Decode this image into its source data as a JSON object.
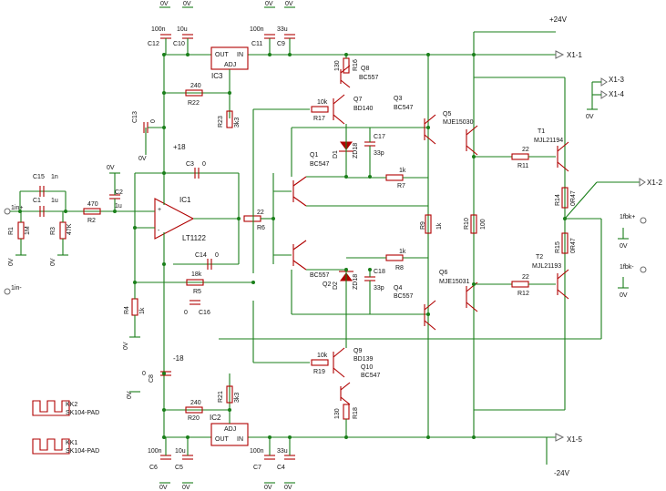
{
  "rails": {
    "pos_supply": "+24V",
    "neg_supply": "-24V",
    "pos_reg": "+18",
    "neg_reg": "-18",
    "gnd": "0V"
  },
  "connectors": {
    "x1_1": "X1-1",
    "x1_2": "X1-2",
    "x1_3": "X1-3",
    "x1_4": "X1-4",
    "x1_5": "X1-5"
  },
  "ics": {
    "ic1": {
      "name": "IC1",
      "part": "LT1122"
    },
    "ic2": {
      "name": "IC2",
      "pins": "ADJ",
      "out": "OUT",
      "in": "IN"
    },
    "ic3": {
      "name": "IC3",
      "pins": "ADJ",
      "out": "OUT",
      "in": "IN"
    }
  },
  "resistors": {
    "r1": {
      "name": "R1",
      "value": "1M"
    },
    "r2": {
      "name": "R2",
      "value": "470"
    },
    "r3": {
      "name": "R3",
      "value": "47K"
    },
    "r4": {
      "name": "R4",
      "value": "1k"
    },
    "r5": {
      "name": "R5",
      "value": "18k"
    },
    "r6": {
      "name": "R6",
      "value": "22"
    },
    "r7": {
      "name": "R7",
      "value": "1k"
    },
    "r8": {
      "name": "R8",
      "value": "1k"
    },
    "r9": {
      "name": "R9",
      "value": "1k"
    },
    "r10": {
      "name": "R10",
      "value": "100"
    },
    "r11": {
      "name": "R11",
      "value": "22"
    },
    "r12": {
      "name": "R12",
      "value": "22"
    },
    "r14": {
      "name": "R14",
      "value": "0R47"
    },
    "r15": {
      "name": "R15",
      "value": "0R47"
    },
    "r16": {
      "name": "R16",
      "value": "130"
    },
    "r17": {
      "name": "R17",
      "value": "10k"
    },
    "r18": {
      "name": "R18",
      "value": "130"
    },
    "r19": {
      "name": "R19",
      "value": "10k"
    },
    "r20": {
      "name": "R20",
      "value": "240"
    },
    "r21": {
      "name": "R21",
      "value": "3k3"
    },
    "r22": {
      "name": "R22",
      "value": "240"
    },
    "r23": {
      "name": "R23",
      "value": "3k3"
    }
  },
  "capacitors": {
    "c1": {
      "name": "C1",
      "value": "1u"
    },
    "c2": {
      "name": "C2",
      "value": "1u"
    },
    "c3": {
      "name": "C3",
      "value": "0"
    },
    "c4": {
      "name": "C4",
      "value": "33u"
    },
    "c5": {
      "name": "C5",
      "value": "10u"
    },
    "c6": {
      "name": "C6",
      "value": "100n"
    },
    "c7": {
      "name": "C7",
      "value": "100n"
    },
    "c8": {
      "name": "C8",
      "value": "0"
    },
    "c9": {
      "name": "C9",
      "value": "33u"
    },
    "c10": {
      "name": "C10",
      "value": "10u"
    },
    "c11": {
      "name": "C11",
      "value": "100n"
    },
    "c12": {
      "name": "C12",
      "value": "100n"
    },
    "c13": {
      "name": "C13",
      "value": "0"
    },
    "c14": {
      "name": "C14",
      "value": "0"
    },
    "c15": {
      "name": "C15",
      "value": "1n"
    },
    "c16": {
      "name": "C16",
      "value": "0"
    },
    "c17": {
      "name": "C17",
      "value": "33p"
    },
    "c18": {
      "name": "C18",
      "value": "33p"
    }
  },
  "transistors": {
    "q1": {
      "name": "Q1",
      "part": "BC547"
    },
    "q2": {
      "name": "Q2",
      "part": "BC557"
    },
    "q3": {
      "name": "Q3",
      "part": "BC547"
    },
    "q4": {
      "name": "Q4",
      "part": "BC557"
    },
    "q5": {
      "name": "Q5",
      "part": "MJE15030"
    },
    "q6": {
      "name": "Q6",
      "part": "MJE15031"
    },
    "q7": {
      "name": "Q7",
      "part": "BD140"
    },
    "q8": {
      "name": "Q8",
      "part": "BC557"
    },
    "q9": {
      "name": "Q9",
      "part": "BD139"
    },
    "q10": {
      "name": "Q10",
      "part": "BC547"
    },
    "t1": {
      "name": "T1",
      "part": "MJL21194"
    },
    "t2": {
      "name": "T2",
      "part": "MJL21193"
    }
  },
  "diodes": {
    "d1": {
      "name": "D1",
      "value": "ZD18"
    },
    "d2": {
      "name": "D2",
      "value": "ZD18"
    }
  },
  "heatsinks": {
    "kk1": {
      "name": "KK1",
      "part": "SK104-PAD"
    },
    "kk2": {
      "name": "KK2",
      "part": "SK104-PAD"
    }
  },
  "nets": {
    "in_pos": "1in+",
    "in_neg": "1in-",
    "fb_a": "1fbk+",
    "fb_b": "1fbk-",
    "zero": "0"
  }
}
